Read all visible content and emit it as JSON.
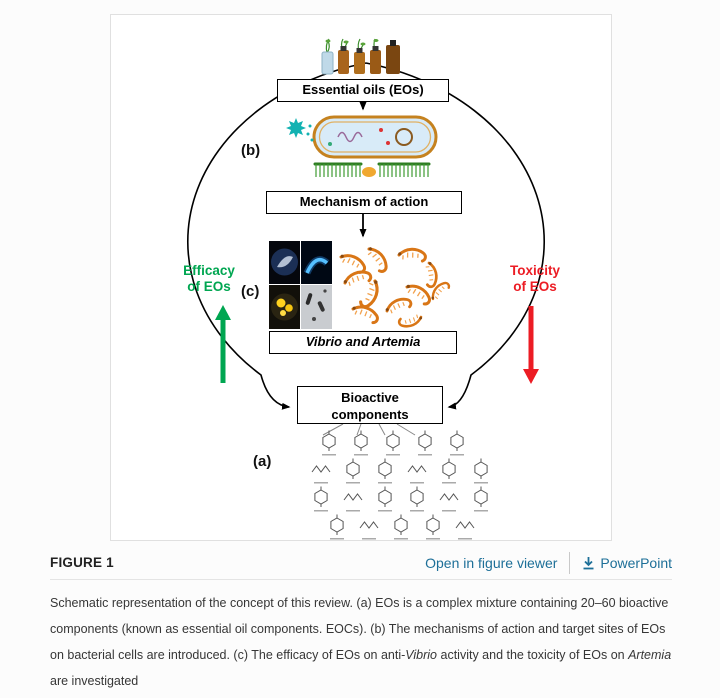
{
  "figure_bar": {
    "figure_label": "FIGURE 1",
    "open_viewer_link": "Open in figure viewer",
    "powerpoint_link": "PowerPoint"
  },
  "caption": {
    "part1": "Schematic representation of the concept of this review. (a) EOs is a complex mixture containing 20–60 bioactive components (known as essential oil components. EOCs). (b) The mechanisms of action and target sites of EOs on bacterial cells are introduced. (c) The efficacy of EOs on anti-",
    "italic1": "Vibrio",
    "part2": " activity and the toxicity of EOs on ",
    "italic2": "Artemia",
    "part3": " are investigated"
  },
  "diagram": {
    "essential_oils_label": "Essential oils (EOs)",
    "mechanism_label": "Mechanism of action",
    "vibrio_artemia_label": "Vibrio and Artemia",
    "bioactive_line1": "Bioactive",
    "bioactive_line2": "components",
    "label_a": "(a)",
    "label_b": "(b)",
    "label_c": "(c)",
    "efficacy_line1": "Efficacy",
    "efficacy_line2": "of EOs",
    "toxicity_line1": "Toxicity",
    "toxicity_line2": "of EOs",
    "icons": {
      "bottles": "essential-oil-bottles-image",
      "mechanism": "bacterial-cell-mechanism-image",
      "assays": "vibrio-plates-and-artemia-image",
      "structures": "chemical-structures-image"
    },
    "colors": {
      "efficacy_green": "#00a651",
      "toxicity_red": "#ec1c24",
      "link_blue": "#1d6f98",
      "box_border": "#000000"
    }
  }
}
